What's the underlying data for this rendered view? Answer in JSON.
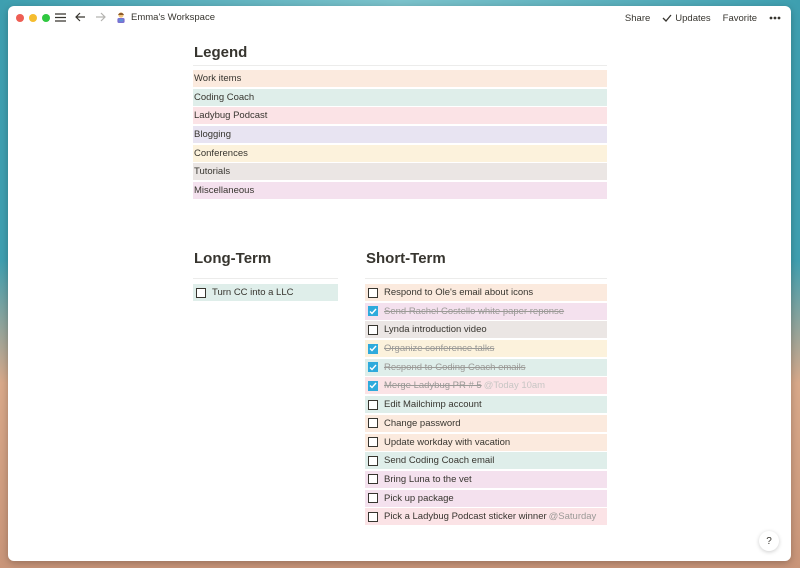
{
  "titlebar": {
    "workspace_name": "Emma's Workspace",
    "share_label": "Share",
    "updates_label": "Updates",
    "favorite_label": "Favorite"
  },
  "legend": {
    "title": "Legend",
    "items": [
      {
        "label": "Work items",
        "color": "#fbeade"
      },
      {
        "label": "Coding Coach",
        "color": "#dfeeea"
      },
      {
        "label": "Ladybug Podcast",
        "color": "#fbe3e6"
      },
      {
        "label": "Blogging",
        "color": "#e8e4f2"
      },
      {
        "label": "Conferences",
        "color": "#fcf2dc"
      },
      {
        "label": "Tutorials",
        "color": "#ebe6e4"
      },
      {
        "label": "Miscellaneous",
        "color": "#f4e1ee"
      }
    ]
  },
  "long_term": {
    "title": "Long-Term",
    "items": [
      {
        "label": "Turn CC into a LLC",
        "mention": "",
        "checked": false,
        "color": "#dfeeea"
      }
    ]
  },
  "short_term": {
    "title": "Short-Term",
    "items": [
      {
        "label": "Respond to Ole's email about icons",
        "mention": "",
        "checked": false,
        "color": "#fbeade"
      },
      {
        "label": "Send Rachel Costello white paper reponse",
        "mention": "",
        "checked": true,
        "color": "#f4e1ee"
      },
      {
        "label": "Lynda introduction video",
        "mention": "",
        "checked": false,
        "color": "#ebe6e4"
      },
      {
        "label": "Organize conference talks",
        "mention": "",
        "checked": true,
        "color": "#fcf2dc"
      },
      {
        "label": "Respond to Coding Coach emails",
        "mention": "",
        "checked": true,
        "color": "#dfeeea"
      },
      {
        "label": "Merge Ladybug PR # 5",
        "mention": "@Today 10am",
        "checked": true,
        "color": "#fbe3e6"
      },
      {
        "label": "Edit Mailchimp account",
        "mention": "",
        "checked": false,
        "color": "#dfeeea"
      },
      {
        "label": "Change password",
        "mention": "",
        "checked": false,
        "color": "#fbeade"
      },
      {
        "label": "Update workday with vacation",
        "mention": "",
        "checked": false,
        "color": "#fbeade"
      },
      {
        "label": "Send Coding Coach email",
        "mention": "",
        "checked": false,
        "color": "#dfeeea"
      },
      {
        "label": "Bring Luna to the vet",
        "mention": "",
        "checked": false,
        "color": "#f4e1ee"
      },
      {
        "label": "Pick up package",
        "mention": "",
        "checked": false,
        "color": "#f4e1ee"
      },
      {
        "label": "Pick a Ladybug Podcast sticker winner",
        "mention": "@Saturday",
        "checked": false,
        "color": "#fbe3e6"
      }
    ]
  },
  "help": {
    "label": "?"
  },
  "icons": {
    "menu": "hamburger-icon",
    "back": "back-arrow-icon",
    "forward": "forward-arrow-icon",
    "workspace": "workspace-emoji-icon",
    "updates": "checkmark-icon",
    "more": "ellipsis-icon"
  }
}
